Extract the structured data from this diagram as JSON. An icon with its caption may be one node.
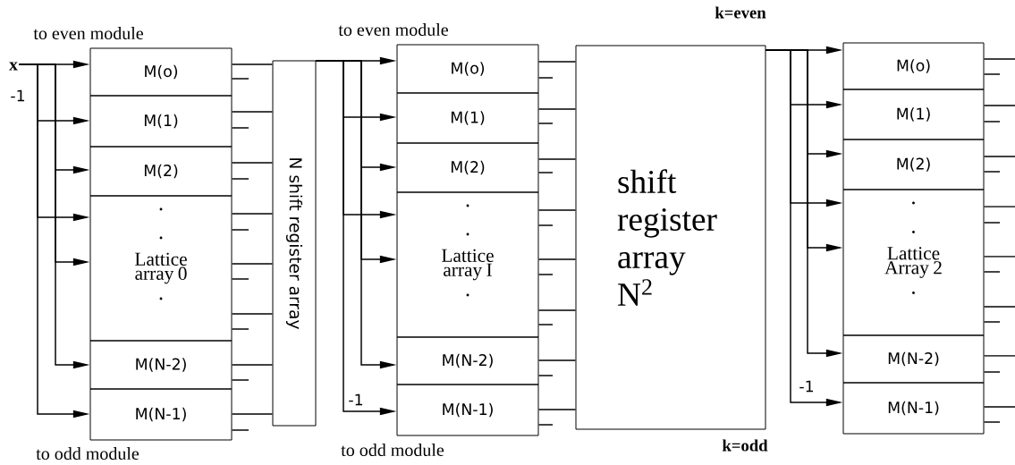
{
  "diagram": {
    "nodes": [
      {
        "text": [
          "x"
        ]
      },
      {
        "text": [
          "M(o)"
        ]
      },
      {
        "text": [
          "M(1)"
        ]
      },
      {
        "text": [
          "M(2)"
        ]
      },
      {
        "text": [
          "Lattice array 0"
        ]
      },
      {
        "text": [
          "M(N-2)"
        ]
      },
      {
        "text": [
          "M(N-1)"
        ]
      },
      {
        "text": [
          "N shift register array"
        ]
      },
      {
        "text": [
          "M(o)"
        ]
      },
      {
        "text": [
          "M(1)"
        ]
      },
      {
        "text": [
          "M(2)"
        ]
      },
      {
        "text": [
          "Lattice array I"
        ]
      },
      {
        "text": [
          "M(N-2)"
        ]
      },
      {
        "text": [
          "M(N-1)"
        ]
      },
      {
        "text": [
          "shift register array N$^{2}$"
        ]
      },
      {
        "text": [
          "M(o)"
        ]
      },
      {
        "text": [
          "M(1)"
        ]
      },
      {
        "text": [
          "M(2)"
        ]
      },
      {
        "text": [
          "Lattice Array 2"
        ]
      },
      {
        "text": [
          "M(N-2)"
        ]
      },
      {
        "text": [
          "M(N-1)"
        ]
      }
    ],
    "edges": [
      {
        "from": 0,
        "to": 1,
        "arrow": "to"
      },
      {
        "from": 0,
        "to": 2,
        "arrow": "to"
      },
      {
        "from": 0,
        "to": 3,
        "arrow": "to"
      },
      {
        "from": 0,
        "to": 4,
        "arrow": "to"
      },
      {
        "from": 0,
        "to": 4,
        "arrow": "to"
      },
      {
        "from": 0,
        "to": 5,
        "arrow": "to"
      },
      {
        "from": 0,
        "to": 6,
        "arrow": "to"
      },
      {
        "from": 1,
        "to": 7,
        "arrow": "none"
      },
      {
        "from": 1,
        "to": null,
        "arrow": "none"
      },
      {
        "from": 2,
        "to": 7,
        "arrow": "none"
      },
      {
        "from": 2,
        "to": null,
        "arrow": "none"
      },
      {
        "from": 3,
        "to": 7,
        "arrow": "none"
      },
      {
        "from": 3,
        "to": null,
        "arrow": "none"
      },
      {
        "from": 4,
        "to": 7,
        "arrow": "none"
      },
      {
        "from": 4,
        "to": null,
        "arrow": "none"
      },
      {
        "from": 4,
        "to": 7,
        "arrow": "none"
      },
      {
        "from": 4,
        "to": null,
        "arrow": "none"
      },
      {
        "from": 4,
        "to": 7,
        "arrow": "none"
      },
      {
        "from": 4,
        "to": null,
        "arrow": "none"
      },
      {
        "from": 5,
        "to": 7,
        "arrow": "none"
      },
      {
        "from": 5,
        "to": null,
        "arrow": "none"
      },
      {
        "from": 6,
        "to": 7,
        "arrow": "none"
      },
      {
        "from": 6,
        "to": null,
        "arrow": "none"
      },
      {
        "from": 7,
        "to": 8,
        "arrow": "to"
      },
      {
        "from": 7,
        "to": 9,
        "arrow": "to"
      },
      {
        "from": 7,
        "to": 10,
        "arrow": "to"
      },
      {
        "from": 7,
        "to": 11,
        "arrow": "to"
      },
      {
        "from": 7,
        "to": 11,
        "arrow": "to"
      },
      {
        "from": 7,
        "to": 12,
        "arrow": "to"
      },
      {
        "from": 7,
        "to": 13,
        "arrow": "to"
      },
      {
        "from": 8,
        "to": 14,
        "arrow": "none"
      },
      {
        "from": 8,
        "to": null,
        "arrow": "none"
      },
      {
        "from": 9,
        "to": 14,
        "arrow": "none"
      },
      {
        "from": 9,
        "to": null,
        "arrow": "none"
      },
      {
        "from": 10,
        "to": 14,
        "arrow": "none"
      },
      {
        "from": 10,
        "to": null,
        "arrow": "none"
      },
      {
        "from": 11,
        "to": 14,
        "arrow": "none"
      },
      {
        "from": 11,
        "to": null,
        "arrow": "none"
      },
      {
        "from": 11,
        "to": 14,
        "arrow": "none"
      },
      {
        "from": 11,
        "to": null,
        "arrow": "none"
      },
      {
        "from": 11,
        "to": 14,
        "arrow": "none"
      },
      {
        "from": 11,
        "to": null,
        "arrow": "none"
      },
      {
        "from": 12,
        "to": 14,
        "arrow": "none"
      },
      {
        "from": 12,
        "to": null,
        "arrow": "none"
      },
      {
        "from": 13,
        "to": 14,
        "arrow": "none"
      },
      {
        "from": 13,
        "to": null,
        "arrow": "none"
      },
      {
        "from": 14,
        "to": 15,
        "arrow": "to"
      },
      {
        "from": 14,
        "to": 16,
        "arrow": "to"
      },
      {
        "from": 14,
        "to": 17,
        "arrow": "to"
      },
      {
        "from": 14,
        "to": 18,
        "arrow": "to"
      },
      {
        "from": 14,
        "to": 18,
        "arrow": "to"
      },
      {
        "from": 14,
        "to": 19,
        "arrow": "to"
      },
      {
        "from": 14,
        "to": 20,
        "arrow": "to"
      },
      {
        "from": 15,
        "to": null,
        "arrow": "none"
      },
      {
        "from": 15,
        "to": null,
        "arrow": "none"
      },
      {
        "from": 16,
        "to": null,
        "arrow": "none"
      },
      {
        "from": 16,
        "to": null,
        "arrow": "none"
      },
      {
        "from": 17,
        "to": null,
        "arrow": "none"
      },
      {
        "from": 17,
        "to": null,
        "arrow": "none"
      },
      {
        "from": 18,
        "to": null,
        "arrow": "none"
      },
      {
        "from": 18,
        "to": null,
        "arrow": "none"
      },
      {
        "from": 18,
        "to": null,
        "arrow": "none"
      },
      {
        "from": 18,
        "to": null,
        "arrow": "none"
      },
      {
        "from": 18,
        "to": null,
        "arrow": "none"
      },
      {
        "from": 18,
        "to": null,
        "arrow": "none"
      },
      {
        "from": 19,
        "to": null,
        "arrow": "none"
      },
      {
        "from": 19,
        "to": null,
        "arrow": "none"
      },
      {
        "from": 20,
        "to": null,
        "arrow": "none"
      },
      {
        "from": 20,
        "to": null,
        "arrow": "none"
      }
    ],
    "labels": [
      "k=even",
      "to even module",
      "to even module",
      "-1",
      "-1",
      "-1",
      "k=odd",
      "to odd module",
      "to odd module"
    ]
  }
}
